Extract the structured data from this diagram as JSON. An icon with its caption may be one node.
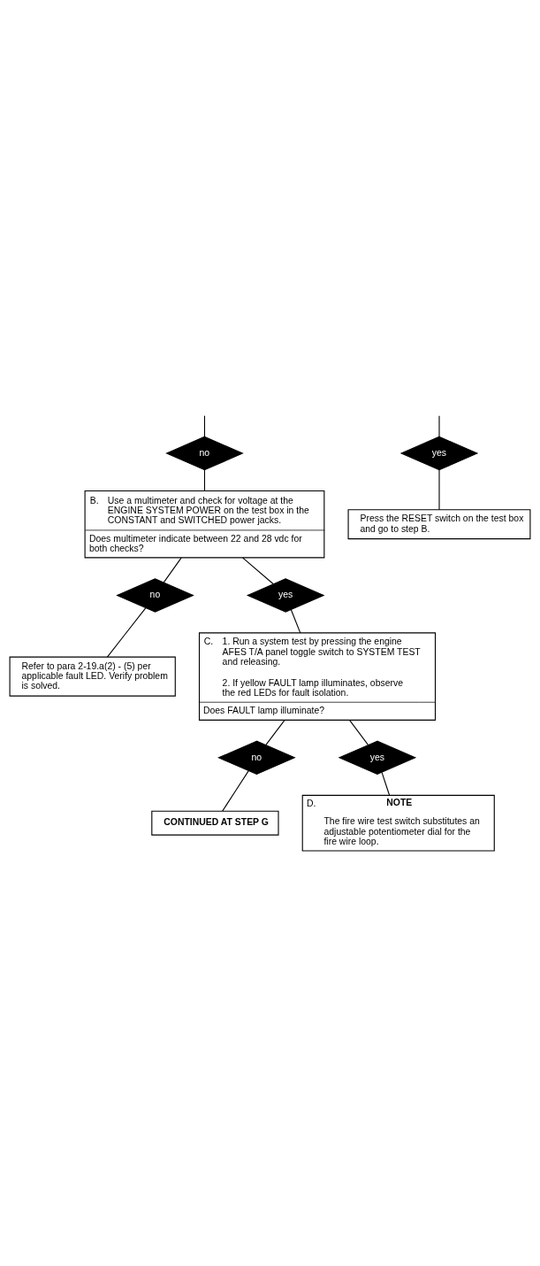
{
  "diagram": {
    "nodes": [
      {
        "text": [
          "no"
        ]
      },
      {
        "text": [
          "yes"
        ]
      },
      {
        "text": [
          "Press the RESET switch on the test box and go to step B."
        ]
      },
      {
        "text": [
          "B.",
          "Use a multimeter and check for voltage at the ENGINE SYSTEM POWER on the test box in the CONSTANT and SWITCHED power jacks.",
          "Does multimeter indicate between 22 and 28 vdc for both checks?"
        ]
      },
      {
        "text": [
          "no"
        ]
      },
      {
        "text": [
          "yes"
        ]
      },
      {
        "text": [
          "Refer to para 2-19.a(2) - (5) per applicable fault LED. Verify problem is solved."
        ]
      },
      {
        "text": [
          "C.",
          "1. Run a system test by pressing the engine AFES T/A panel toggle switch to SYSTEM TEST and releasing.",
          "2. If yellow FAULT lamp illuminates, observe the red LEDs for fault isolation.",
          "Does FAULT lamp illuminate?"
        ]
      },
      {
        "text": [
          "no"
        ]
      },
      {
        "text": [
          "yes"
        ]
      },
      {
        "text": [
          "CONTINUED AT STEP G"
        ]
      },
      {
        "text": [
          "D.",
          "NOTE",
          "The fire wire test switch substitutes an adjustable potentiometer dial for the fire wire loop."
        ]
      }
    ],
    "edges": [
      {
        "from": null,
        "to": 0,
        "arrow": "none"
      },
      {
        "from": null,
        "to": 1,
        "arrow": "none"
      },
      {
        "from": 1,
        "to": 2,
        "arrow": "none"
      },
      {
        "from": 0,
        "to": 3,
        "arrow": "none"
      },
      {
        "from": 3,
        "to": 4,
        "arrow": "none"
      },
      {
        "from": 3,
        "to": 5,
        "arrow": "none"
      },
      {
        "from": 4,
        "to": 6,
        "arrow": "none"
      },
      {
        "from": 5,
        "to": 7,
        "arrow": "none"
      },
      {
        "from": 7,
        "to": 8,
        "arrow": "none"
      },
      {
        "from": 7,
        "to": 9,
        "arrow": "none"
      },
      {
        "from": 8,
        "to": 10,
        "arrow": "none"
      },
      {
        "from": 9,
        "to": 11,
        "arrow": "none"
      }
    ]
  }
}
